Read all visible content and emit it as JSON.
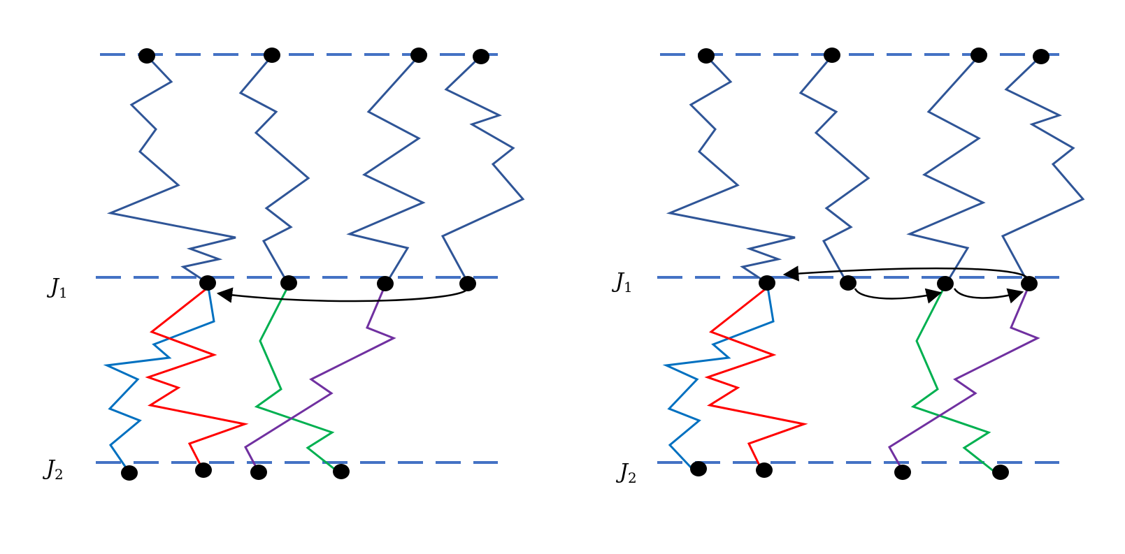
{
  "colors": {
    "level_line": "#4472c4",
    "upper_path": "#2f5597",
    "path_blue": "#0070c0",
    "path_red": "#ff0000",
    "path_green": "#00b050",
    "path_purple": "#7030a0",
    "node": "#000000",
    "arrow": "#000000"
  },
  "labels": {
    "j1_base": "J",
    "j1_sub": "1",
    "j2_base": "J",
    "j2_sub": "2"
  },
  "panels": [
    {
      "name": "left-panel",
      "labels": [
        "j1",
        "j2"
      ]
    },
    {
      "name": "right-panel",
      "labels": [
        "j1",
        "j2"
      ]
    }
  ]
}
